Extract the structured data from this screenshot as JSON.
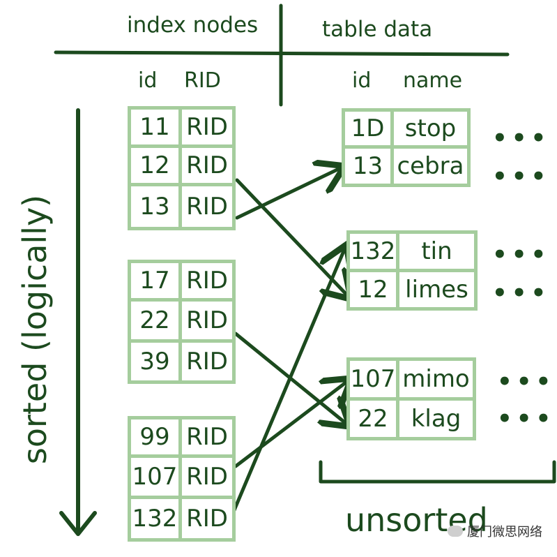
{
  "headers": {
    "left": "index nodes",
    "right": "table data"
  },
  "index_columns": [
    "id",
    "RID"
  ],
  "table_columns": [
    "id",
    "name"
  ],
  "index_blocks": [
    {
      "rows": [
        {
          "id": "11",
          "rid": "RID"
        },
        {
          "id": "12",
          "rid": "RID"
        },
        {
          "id": "13",
          "rid": "RID"
        }
      ]
    },
    {
      "rows": [
        {
          "id": "17",
          "rid": "RID"
        },
        {
          "id": "22",
          "rid": "RID"
        },
        {
          "id": "39",
          "rid": "RID"
        }
      ]
    },
    {
      "rows": [
        {
          "id": "99",
          "rid": "RID"
        },
        {
          "id": "107",
          "rid": "RID"
        },
        {
          "id": "132",
          "rid": "RID"
        }
      ]
    }
  ],
  "table_blocks": [
    {
      "rows": [
        {
          "id": "1D",
          "name": "stop"
        },
        {
          "id": "13",
          "name": "cebra"
        }
      ]
    },
    {
      "rows": [
        {
          "id": "132",
          "name": "tin"
        },
        {
          "id": "12",
          "name": "limes"
        }
      ]
    },
    {
      "rows": [
        {
          "id": "107",
          "name": "mimo"
        },
        {
          "id": "22",
          "name": "klag"
        }
      ]
    }
  ],
  "ellipsis": "•••",
  "labels": {
    "sorted": "sorted (logically)",
    "unsorted": "unsorted"
  },
  "watermark": "厦门微思网络",
  "colors": {
    "ink": "#1c4a1e",
    "cell_border": "#a5cd9d"
  }
}
